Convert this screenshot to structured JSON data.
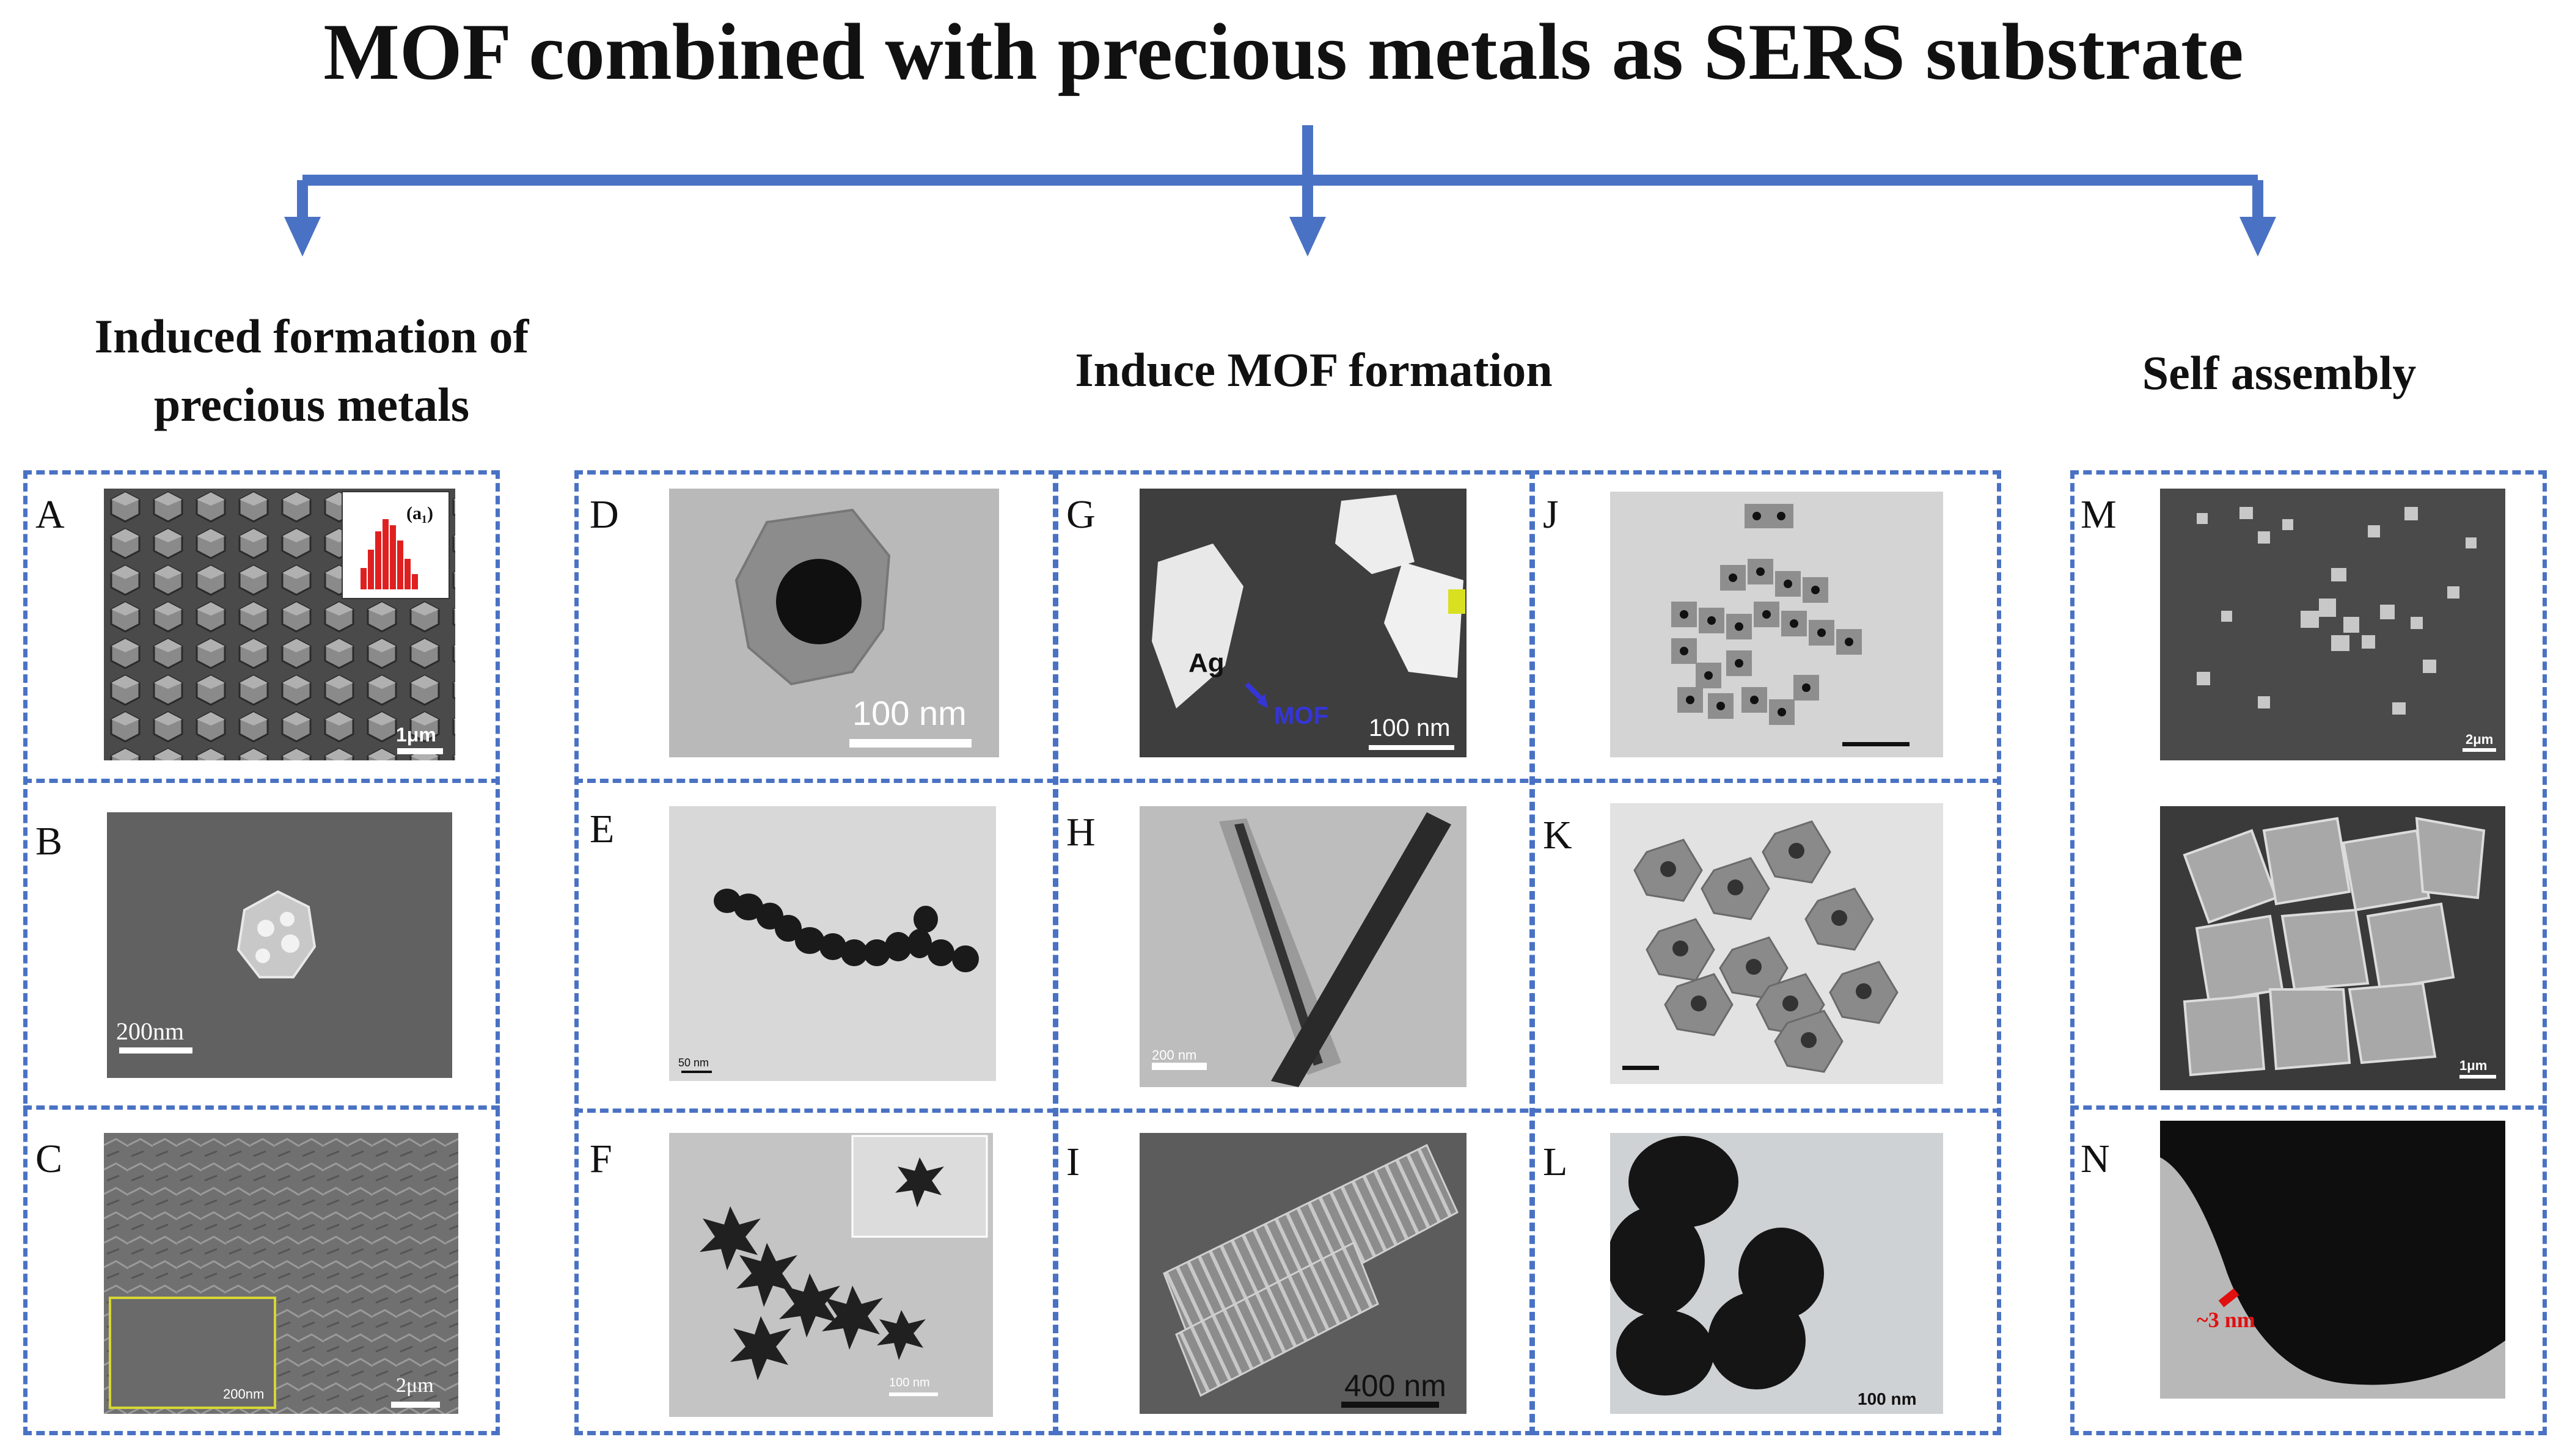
{
  "title": "MOF combined with precious metals as SERS substrate",
  "headings": {
    "left_line1": "Induced formation of",
    "left_line2": "precious metals",
    "middle": "Induce MOF formation",
    "right": "Self assembly"
  },
  "colors": {
    "arrow": "#4a72c4",
    "dashed_border": "#4a72c4",
    "annotation_red": "#e01010"
  },
  "panels": {
    "A": {
      "label": "A",
      "scale": "1μm",
      "inset_label": "(a₁)"
    },
    "B": {
      "label": "B",
      "scale": "200nm"
    },
    "C": {
      "label": "C",
      "scale": "2μm",
      "inset_scale": "200nm"
    },
    "D": {
      "label": "D",
      "scale": "100 nm"
    },
    "E": {
      "label": "E",
      "scale": "50 nm"
    },
    "F": {
      "label": "F",
      "scale": "100 nm"
    },
    "G": {
      "label": "G",
      "scale": "100 nm",
      "text_ag": "Ag",
      "text_mof": "MOF"
    },
    "H": {
      "label": "H",
      "scale": "200 nm"
    },
    "I": {
      "label": "I",
      "scale": "400 nm"
    },
    "J": {
      "label": "J"
    },
    "K": {
      "label": "K"
    },
    "L": {
      "label": "L",
      "scale": "100 nm"
    },
    "M": {
      "label": "M",
      "scale": "2μm",
      "scale2": "1μm"
    },
    "N": {
      "label": "N",
      "annotation": "~3 nm"
    }
  }
}
